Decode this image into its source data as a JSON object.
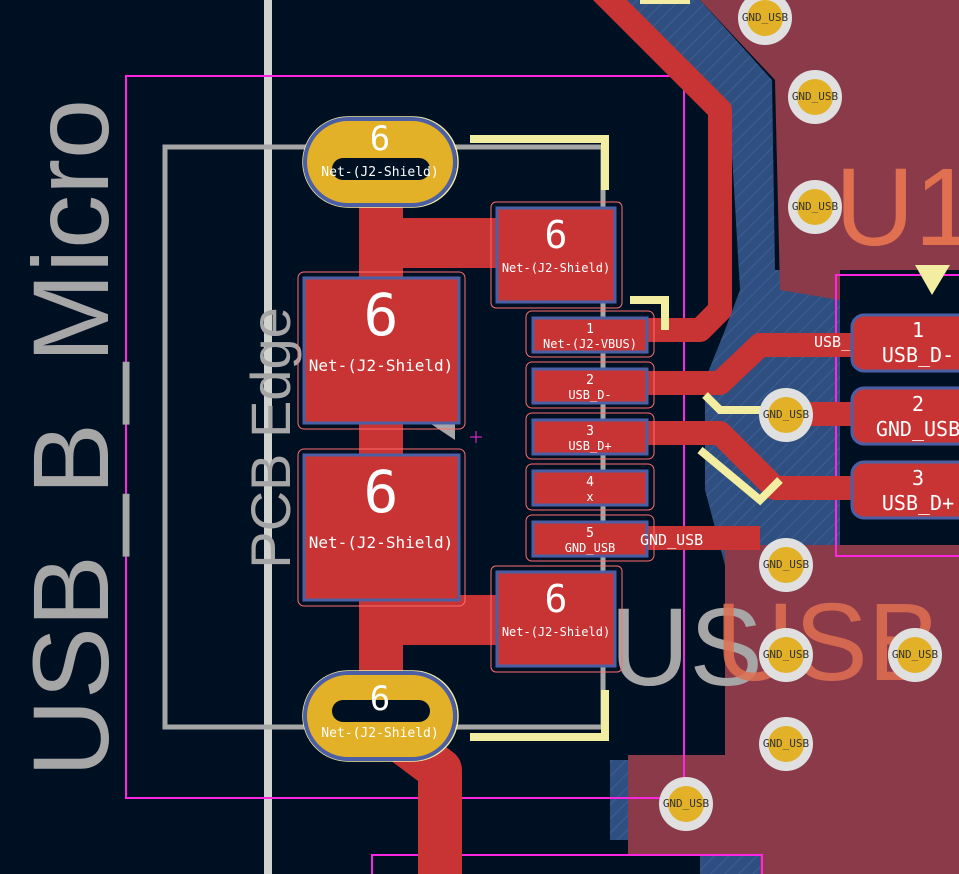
{
  "colors": {
    "background": "#001023",
    "copper_front": "#c83434",
    "copper_back": "#4d7fc4",
    "zone_back": "#2e4f80",
    "zone_front": "#8b3a4a",
    "via_pad": "#e2b127",
    "silk": "#f2eda1",
    "courtyard": "#ff26e2",
    "fab": "#a6a6a6",
    "edge": "#d0d2cd",
    "ref_text": "#e07050"
  },
  "silkscreen": {
    "footprint_value": "USB_B_Micro",
    "edge_note": "PCB Edge",
    "u1_ref": "U1",
    "usb_ref": "USB",
    "us_partial": "US"
  },
  "connector_pads": [
    {
      "number": "1",
      "net": "Net-(J2-VBUS)"
    },
    {
      "number": "2",
      "net": "USB_D-"
    },
    {
      "number": "3",
      "net": "USB_D+"
    },
    {
      "number": "4",
      "net": "x"
    },
    {
      "number": "5",
      "net": "GND_USB"
    }
  ],
  "shield_pads": {
    "number": "6",
    "net": "Net-(J2-Shield)"
  },
  "u1_pads": [
    {
      "number": "1",
      "net": "USB_D-"
    },
    {
      "number": "2",
      "net": "GND_USB"
    },
    {
      "number": "3",
      "net": "USB_D+"
    }
  ],
  "track_labels": {
    "usb_partial": "USB_",
    "gnd": "GND_USB"
  },
  "via_net": "GND_USB"
}
